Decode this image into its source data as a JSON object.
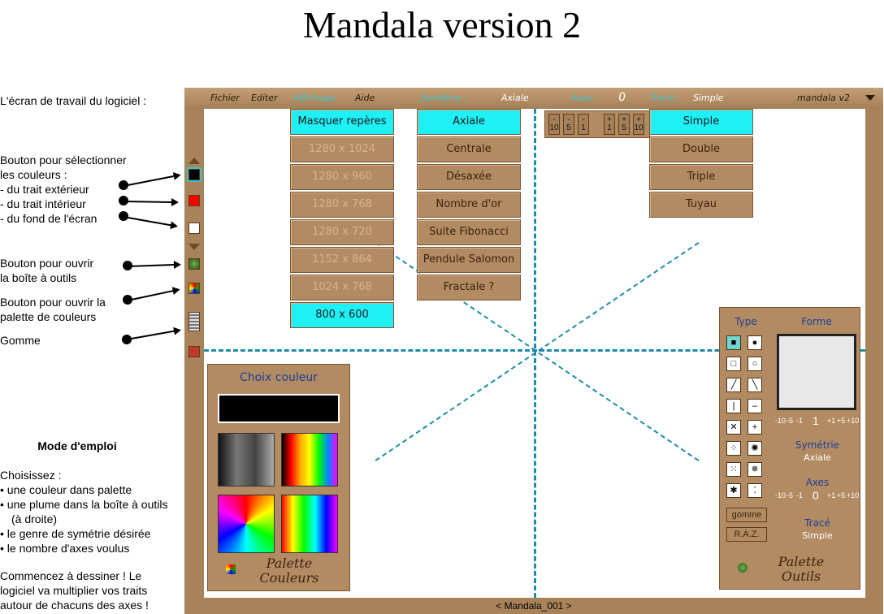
{
  "page_title": "Mandala version 2",
  "annotations": {
    "workscreen": "L'écran de travail du logiciel :",
    "colors_line1": "Bouton pour sélectionner",
    "colors_line2": "les couleurs :",
    "colors_outer": "- du trait extérieur",
    "colors_inner": "- du trait intérieur",
    "colors_bg": "- du fond de l'écran",
    "tools_line1": "Bouton pour ouvrir",
    "tools_line2": "la boîte à outils",
    "palette_line1": "Bouton pour ouvrir la",
    "palette_line2": "palette de couleurs",
    "eraser": "Gomme"
  },
  "howto": {
    "title": "Mode d'emploi",
    "intro": "Choisissez :",
    "items": [
      "une couleur dans palette",
      "une plume dans la boîte à outils (à droite)",
      "le genre de symétrie désirée",
      "le nombre d'axes voulus"
    ],
    "outro": "Commencez à dessiner ! Le logiciel va multiplier vos traits autour de chacuns des axes !"
  },
  "menubar": {
    "fichier": "Fichier",
    "editer": "Editer",
    "affichage": "Affichage",
    "aide": "Aide",
    "symetrie_label": "Symétrie :",
    "symetrie_value": "Axiale",
    "axes_label": "Axes :",
    "axes_value": "0",
    "trace_label": "Tracé :",
    "trace_value": "Simple",
    "app_name": "mandala v2"
  },
  "affichage_menu": [
    "Masquer repères",
    "1280 x 1024",
    "1280 x 960",
    "1280 x 768",
    "1280 x 720",
    "1152 x 864",
    "1024 x 768",
    "800 x 600"
  ],
  "symetrie_menu": [
    "Axiale",
    "Centrale",
    "Désaxée",
    "Nombre d'or",
    "Suite Fibonacci",
    "Pendule Salomon",
    "Fractale ?"
  ],
  "trace_menu": [
    "Simple",
    "Double",
    "Triple",
    "Tuyau"
  ],
  "axes_popup": {
    "minus": [
      "10",
      "5",
      "1"
    ],
    "plus": [
      "1",
      "5",
      "10"
    ],
    "minus_sign": "-",
    "plus_sign": "+"
  },
  "color_panel": {
    "title": "Choix couleur",
    "current_color": "#000000",
    "footer_line1": "Palette",
    "footer_line2": "Couleurs"
  },
  "tool_panel": {
    "type_title": "Type",
    "forme_title": "Forme",
    "size_value": "1",
    "size_minus": [
      "-10",
      "-5",
      "-1"
    ],
    "size_plus": [
      "+1",
      "+5",
      "+10"
    ],
    "symetrie_label": "Symétrie",
    "symetrie_value": "Axiale",
    "axes_label": "Axes",
    "axes_value": "0",
    "trace_label": "Tracé",
    "trace_value": "Simple",
    "gomme": "gomme",
    "raz": "R.A.Z.",
    "footer_line1": "Palette",
    "footer_line2": "Outils"
  },
  "status": "< Mandala_001 >",
  "colors": {
    "outer_stroke": "#000000",
    "inner_stroke": "#ff0000",
    "background": "#ffffff",
    "highlight": "#1ef0f6",
    "frame": "#a8835a"
  }
}
